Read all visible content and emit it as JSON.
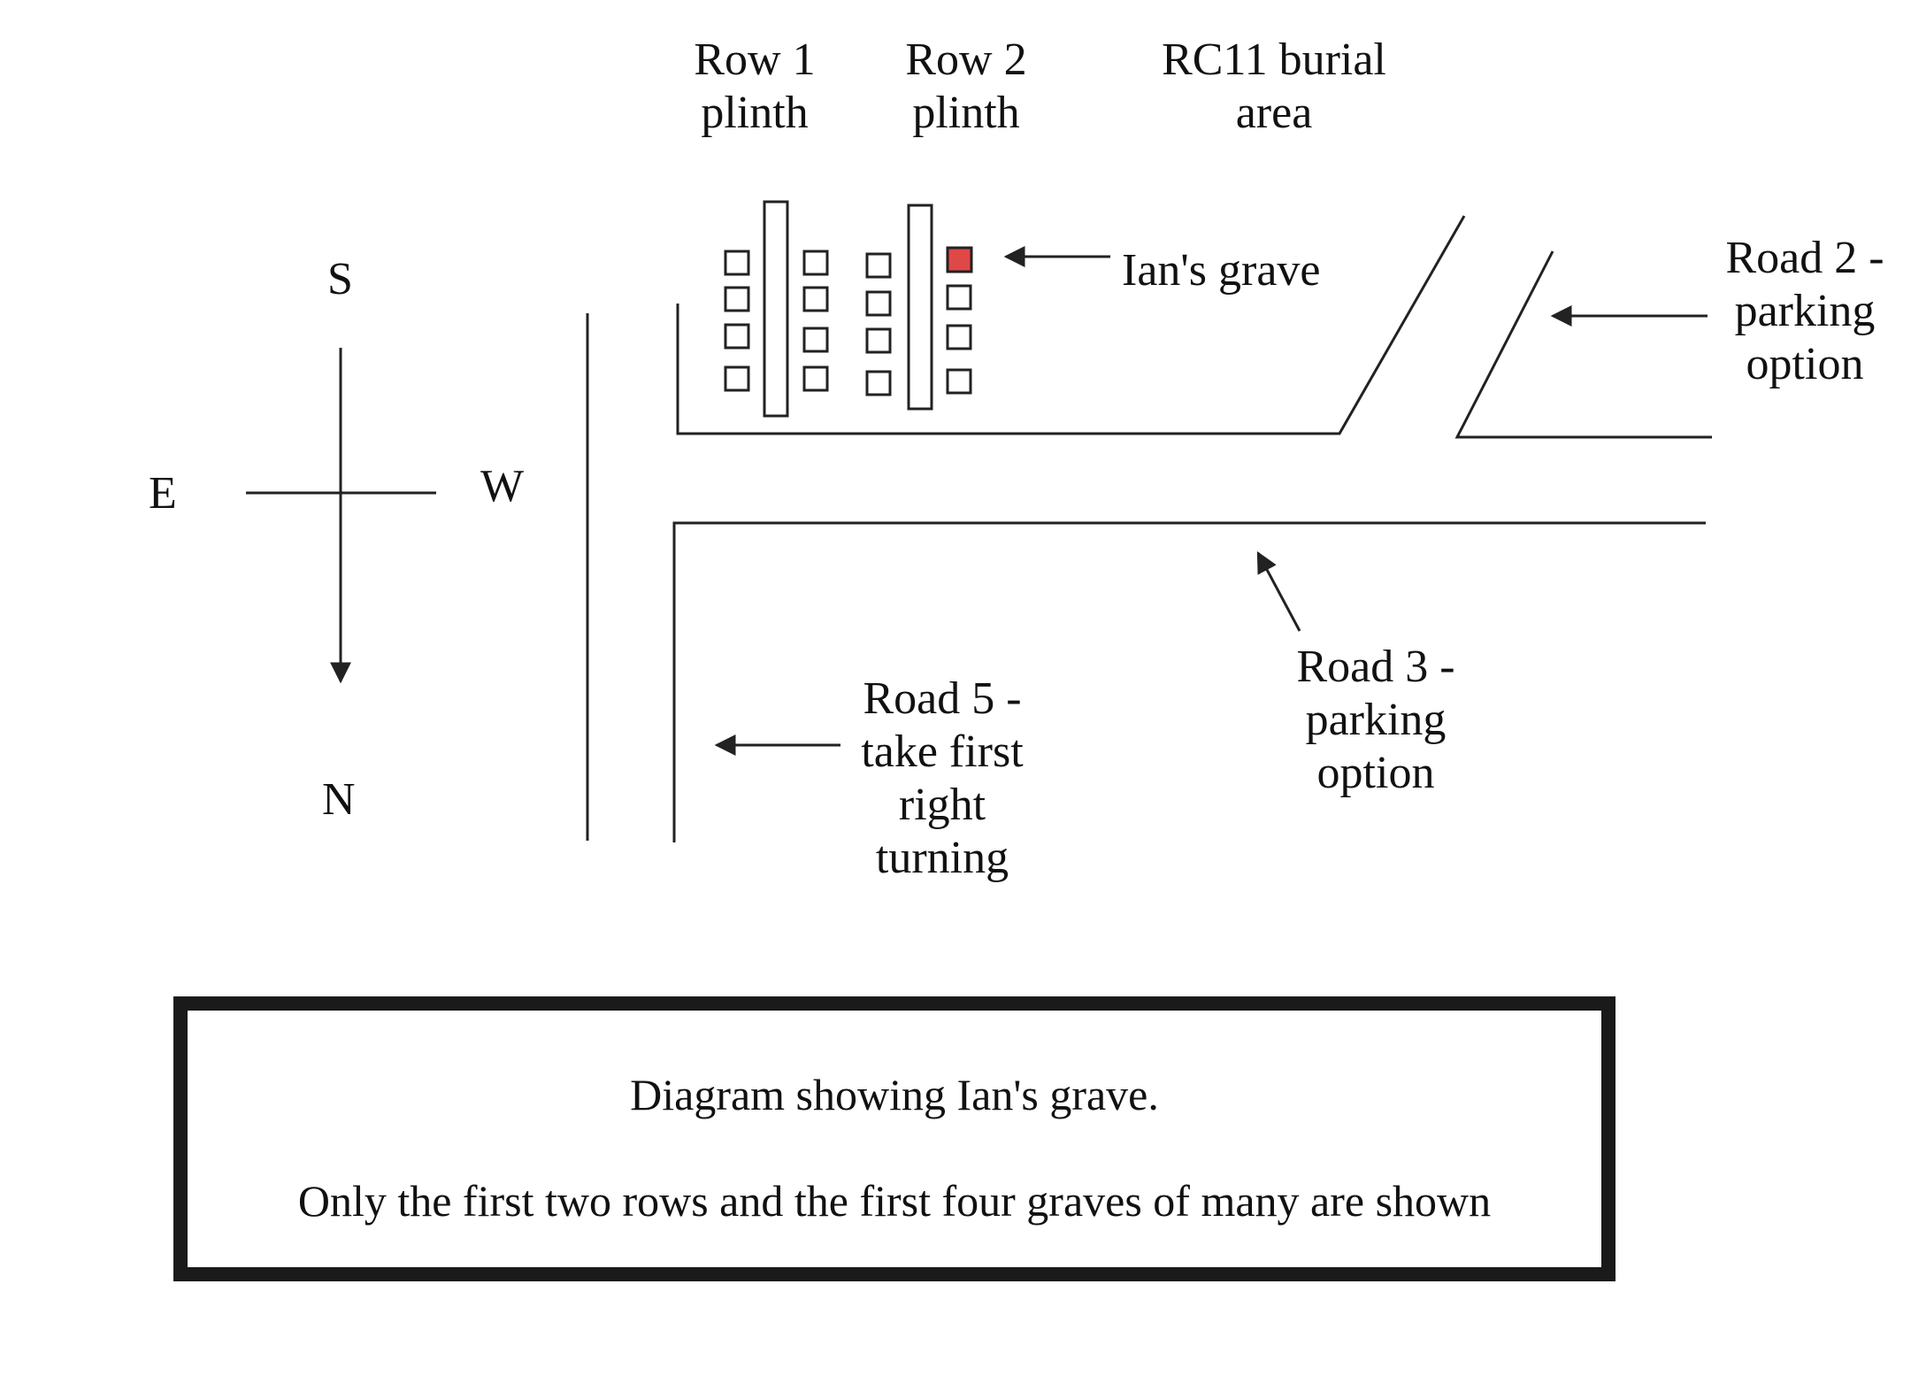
{
  "diagram": {
    "row1_label_line1": "Row 1",
    "row1_label_line2": "plinth",
    "row2_label_line1": "Row 2",
    "row2_label_line2": "plinth",
    "area_label_line1": "RC11 burial",
    "area_label_line2": "area",
    "grave_label": "Ian's grave",
    "road2_line1": "Road 2 -",
    "road2_line2": "parking",
    "road2_line3": "option",
    "road3_line1": "Road 3 -",
    "road3_line2": "parking",
    "road3_line3": "option",
    "road5_line1": "Road 5 -",
    "road5_line2": "take first",
    "road5_line3": "right",
    "road5_line4": "turning"
  },
  "compass": {
    "south": "S",
    "north": "N",
    "east": "E",
    "west": "W"
  },
  "caption": {
    "title": "Diagram showing Ian's grave.",
    "note": "Only the first two rows and the first four graves of many are shown"
  },
  "colors": {
    "highlight_grave": "#e04848",
    "line": "#222222"
  }
}
